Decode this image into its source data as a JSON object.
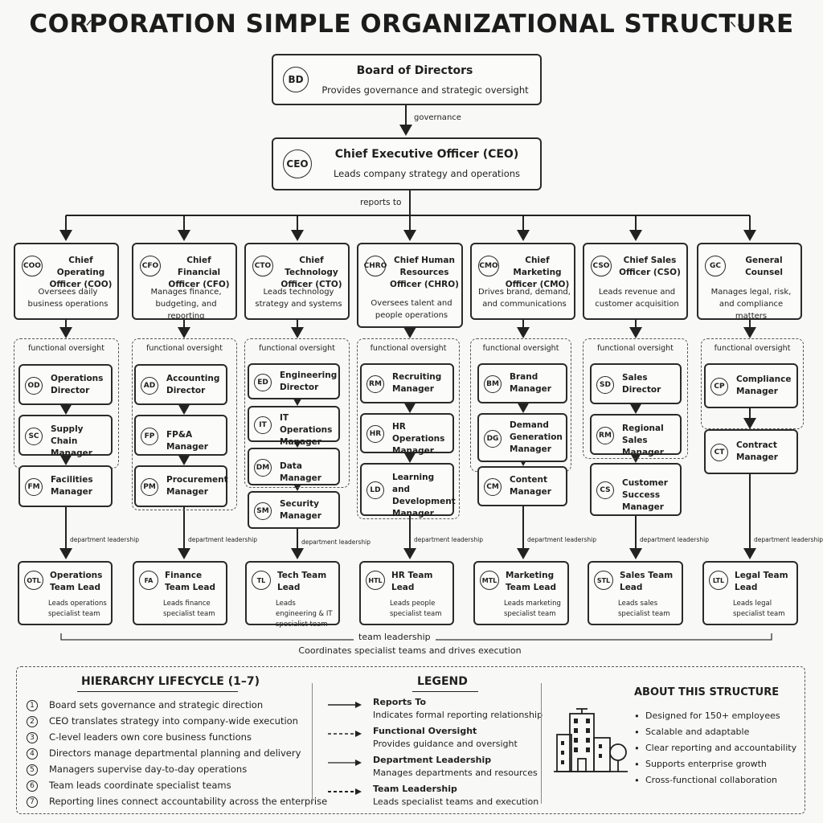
{
  "title": "CORPORATION SIMPLE ORGANIZATIONAL STRUCTURE",
  "board": {
    "badge": "BD",
    "title": "Board of Directors",
    "desc": "Provides governance and strategic oversight"
  },
  "link_governance": "governance",
  "ceo": {
    "badge": "CEO",
    "title": "Chief Executive Officer (CEO)",
    "desc": "Leads company strategy and operations"
  },
  "link_reports_to": "reports to",
  "oversight_label": "functional oversight",
  "dept_leadership_label": "department leadership",
  "clevel": [
    {
      "badge": "COO",
      "title": "Chief Operating Officer (COO)",
      "desc": "Oversees daily business operations"
    },
    {
      "badge": "CFO",
      "title": "Chief Financial Officer (CFO)",
      "desc": "Manages finance, budgeting, and reporting"
    },
    {
      "badge": "CTO",
      "title": "Chief Technology Officer (CTO)",
      "desc": "Leads technology strategy and systems"
    },
    {
      "badge": "CHRO",
      "title": "Chief Human Resources Officer (CHRO)",
      "desc": "Oversees talent and people operations"
    },
    {
      "badge": "CMO",
      "title": "Chief Marketing Officer (CMO)",
      "desc": "Drives brand, demand, and communications"
    },
    {
      "badge": "CSO",
      "title": "Chief Sales Officer (CSO)",
      "desc": "Leads revenue and customer acquisition"
    },
    {
      "badge": "GC",
      "title": "General Counsel",
      "desc": "Manages legal, risk, and compliance matters"
    }
  ],
  "managers": [
    [
      {
        "badge": "OD",
        "name": "Operations Director"
      },
      {
        "badge": "SC",
        "name": "Supply Chain Manager"
      },
      {
        "badge": "FM",
        "name": "Facilities Manager"
      }
    ],
    [
      {
        "badge": "AD",
        "name": "Accounting Director"
      },
      {
        "badge": "FP",
        "name": "FP&A Manager"
      },
      {
        "badge": "PM",
        "name": "Procurement Manager"
      }
    ],
    [
      {
        "badge": "ED",
        "name": "Engineering Director"
      },
      {
        "badge": "IT",
        "name": "IT Operations Manager"
      },
      {
        "badge": "DM",
        "name": "Data Manager"
      },
      {
        "badge": "SM",
        "name": "Security Manager"
      }
    ],
    [
      {
        "badge": "RM",
        "name": "Recruiting Manager"
      },
      {
        "badge": "HR",
        "name": "HR Operations Manager"
      },
      {
        "badge": "LD",
        "name": "Learning and Development Manager"
      }
    ],
    [
      {
        "badge": "BM",
        "name": "Brand Manager"
      },
      {
        "badge": "DG",
        "name": "Demand Generation Manager"
      },
      {
        "badge": "CM",
        "name": "Content Manager"
      }
    ],
    [
      {
        "badge": "SD",
        "name": "Sales Director"
      },
      {
        "badge": "RM",
        "name": "Regional Sales Manager"
      },
      {
        "badge": "CS",
        "name": "Customer Success Manager"
      }
    ],
    [
      {
        "badge": "CP",
        "name": "Compliance Manager"
      },
      {
        "badge": "CT",
        "name": "Contract Manager"
      }
    ]
  ],
  "teamleads": [
    {
      "badge": "OTL",
      "name": "Operations Team Lead",
      "desc": "Leads operations specialist team"
    },
    {
      "badge": "FA",
      "name": "Finance Team Lead",
      "desc": "Leads finance specialist team"
    },
    {
      "badge": "TL",
      "name": "Tech Team Lead",
      "desc": "Leads engineering & IT specialist team"
    },
    {
      "badge": "HTL",
      "name": "HR Team Lead",
      "desc": "Leads people specialist team"
    },
    {
      "badge": "MTL",
      "name": "Marketing Team Lead",
      "desc": "Leads marketing specialist team"
    },
    {
      "badge": "STL",
      "name": "Sales Team Lead",
      "desc": "Leads sales specialist team"
    },
    {
      "badge": "LTL",
      "name": "Legal Team Lead",
      "desc": "Leads legal specialist team"
    }
  ],
  "team_leadership": {
    "label": "team leadership",
    "desc": "Coordinates specialist teams and drives execution"
  },
  "lifecycle": {
    "heading": "HIERARCHY LIFECYCLE (1–7)",
    "items": [
      {
        "n": "1",
        "text": "Board sets governance and strategic direction"
      },
      {
        "n": "2",
        "text": "CEO translates strategy into company-wide execution"
      },
      {
        "n": "3",
        "text": "C-level leaders own core business functions"
      },
      {
        "n": "4",
        "text": "Directors manage departmental planning and delivery"
      },
      {
        "n": "5",
        "text": "Managers supervise day-to-day operations"
      },
      {
        "n": "6",
        "text": "Team leads coordinate specialist teams"
      },
      {
        "n": "7",
        "text": "Reporting lines connect accountability across the enterprise"
      }
    ]
  },
  "legend": {
    "heading": "LEGEND",
    "items": [
      {
        "title": "Reports To",
        "desc": "Indicates formal reporting relationship",
        "style": "solid"
      },
      {
        "title": "Functional Oversight",
        "desc": "Provides guidance and oversight",
        "style": "dashed"
      },
      {
        "title": "Department Leadership",
        "desc": "Manages departments and resources",
        "style": "solid-thin"
      },
      {
        "title": "Team Leadership",
        "desc": "Leads specialist teams and execution",
        "style": "dashed-bold"
      }
    ]
  },
  "about": {
    "heading": "ABOUT THIS STRUCTURE",
    "icon": "building-icon",
    "items": [
      "Designed for 150+ employees",
      "Scalable and adaptable",
      "Clear reporting and accountability",
      "Supports enterprise growth",
      "Cross-functional collaboration"
    ]
  }
}
